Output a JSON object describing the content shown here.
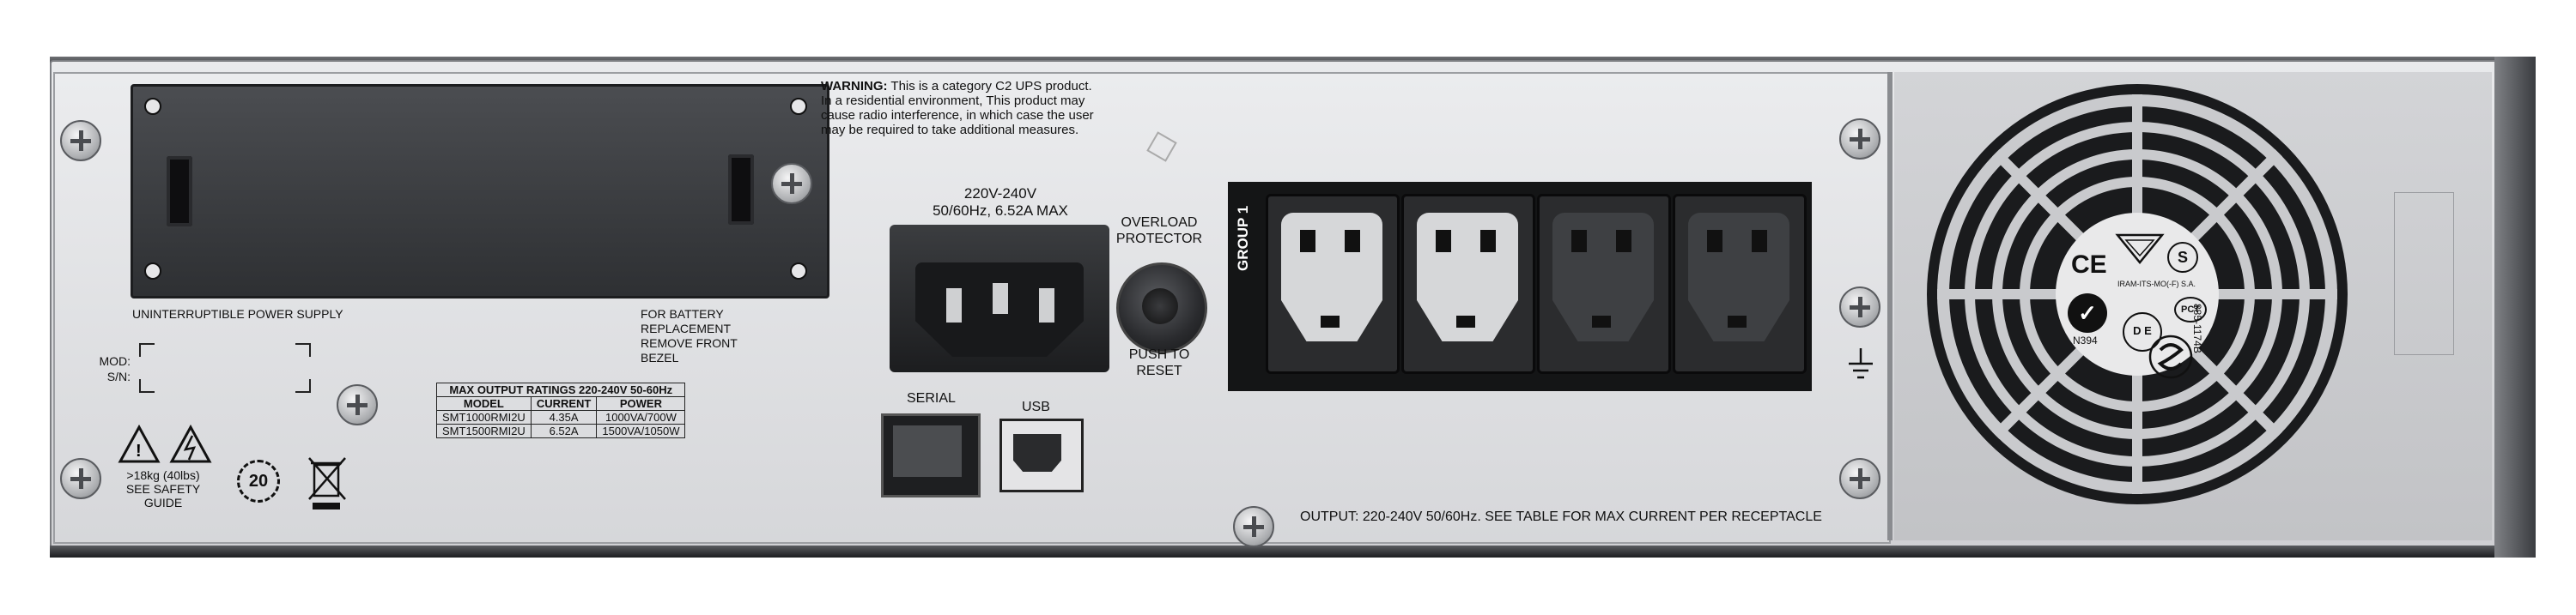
{
  "warning": {
    "title": "WARNING:",
    "line1": "This is a category C2 UPS product.",
    "line2": "In a residential environment, This product may",
    "line3": "cause radio interference, in which case the user",
    "line4": "may be required to take additional measures."
  },
  "labels": {
    "ups": "UNINTERRUPTIBLE POWER SUPPLY",
    "battery_1": "FOR BATTERY",
    "battery_2": "REPLACEMENT",
    "battery_3": "REMOVE FRONT",
    "battery_4": "BEZEL",
    "mod": "MOD:",
    "sn": "S/N:",
    "weight_1": ">18kg (40lbs)",
    "weight_2": "SEE SAFETY",
    "weight_3": "GUIDE",
    "recycle": "20"
  },
  "input": {
    "voltage": "220V-240V",
    "rating": "50/60Hz, 6.52A MAX"
  },
  "overload": {
    "line1": "OVERLOAD",
    "line2": "PROTECTOR",
    "push1": "PUSH TO",
    "push2": "RESET"
  },
  "ports": {
    "serial": "SERIAL",
    "usb": "USB"
  },
  "group_label": "GROUP 1",
  "output_note": "OUTPUT: 220-240V 50/60Hz. SEE TABLE FOR MAX CURRENT PER RECEPTACLE",
  "ratings_table": {
    "title": "MAX OUTPUT RATINGS 220-240V 50-60Hz",
    "headers": [
      "MODEL",
      "CURRENT",
      "POWER"
    ],
    "rows": [
      [
        "SMT1000RMI2U",
        "4.35A",
        "1000VA/700W"
      ],
      [
        "SMT1500RMI2U",
        "6.52A",
        "1500VA/1050W"
      ]
    ]
  },
  "certifications": {
    "ce": "CE",
    "s_mark": "S",
    "iram": "IRAM-ITS-MO(-F) S.A.",
    "n394": "N394",
    "code": "885-1174B",
    "de": "D E",
    "pct": "PCT"
  }
}
